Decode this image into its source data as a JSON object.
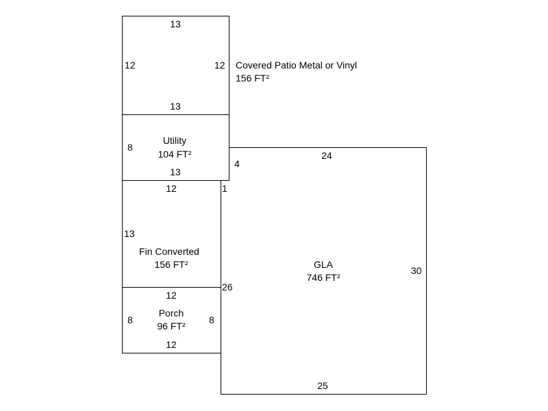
{
  "rooms": {
    "patio": {
      "name": "Covered Patio Metal or Vinyl",
      "area": "156 FT²",
      "top": "13",
      "bottom": "13",
      "left": "12",
      "right": "12"
    },
    "utility": {
      "name": "Utility",
      "area": "104 FT²",
      "left": "8",
      "bottom": "13",
      "right": "4"
    },
    "fin_converted": {
      "name": "Fin Converted",
      "area": "156 FT²",
      "top": "12",
      "left": "13",
      "right_step": "1"
    },
    "porch": {
      "name": "Porch",
      "area": "96 FT²",
      "top": "12",
      "bottom": "12",
      "left": "8",
      "right": "8"
    },
    "gla": {
      "name": "GLA",
      "area": "746 FT²",
      "top": "24",
      "bottom": "25",
      "right": "30",
      "left": "26"
    }
  },
  "colors": {
    "line": "#000000",
    "background": "#ffffff"
  }
}
